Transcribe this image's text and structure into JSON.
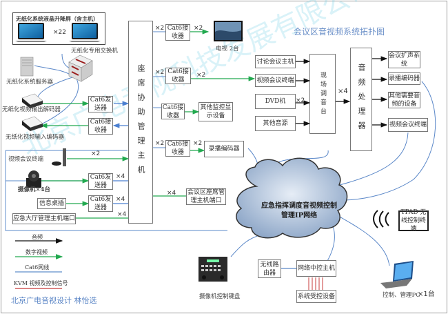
{
  "title": "会议区音视频系统拓扑图",
  "credit": "北京广电音视设计 林怡选",
  "watermark": "北京广电音视科技发展有限公司设计",
  "central_host": "座席协助管理主机",
  "paperless": {
    "screen_group_label": "无纸化系统液晶升降屏（含主机）",
    "screen_multiplier": "×22",
    "switch_label": "无纸化专用交换机",
    "server_label": "无纸化系统服务器",
    "decoder_label": "无纸化视频输出解码器",
    "encoder_label": "无纸化视频输入编码器"
  },
  "left_devices": {
    "cat6_tx_1": "Cat6发送器",
    "cat6_rx_1": "Cat6接收器",
    "vc_terminal_label": "视频会议终端",
    "vc_mult": "×2",
    "camera_label": "摄像机×4台",
    "cat6_tx_2": "Cat6发送器",
    "cat6_tx_2_mult": "×4",
    "info_desk": "信息桌插",
    "cat6_tx_3": "Cat6发送器",
    "cat6_tx_3_mult": "×4",
    "hall_port": "应急大厅管理主机端口",
    "hall_port_mult": "×4"
  },
  "right_of_host": {
    "rx_tv": "Cat6接收器",
    "rx_tv_in_mult": "×2",
    "rx_tv_out_mult": "×2",
    "tv_label": "电视 2台",
    "rx_vc": "Cat6接收器",
    "rx_vc_in_mult": "×2",
    "rx_vc_out_mult": "×2",
    "rx_other": "Cat6接收器",
    "other_display": "其他监控显示设备",
    "rx_rec": "Cat6接收器",
    "rx_rec_in_mult": "×2",
    "rx_rec_out_mult": "×2",
    "recorder": "录播编码器",
    "seat_port_mult": "×4",
    "seat_port": "会议区座席管理主机端口"
  },
  "audio": {
    "inputs": [
      "讨论会议主机",
      "视频会议终端",
      "DVD机",
      "其他音源"
    ],
    "dvd_mult": "×2",
    "mixer": "现场调音台",
    "mixer_mult": "×4",
    "processor": "音频处理器",
    "outputs": [
      "会议扩声系统",
      "录播编码器",
      "其他需要音频的设备",
      "视频会议终端"
    ]
  },
  "network": {
    "cloud": "应急指挥调度音视频控制管理IP网络",
    "keyboard": "摄像机控制键盘",
    "router": "无线路由器",
    "central_control": "网络中控主机",
    "controlled": "系统受控设备",
    "tpad": "TPAD 无线控制终端",
    "pc": "控制、管理PC",
    "pc_mult": "×1台"
  },
  "legend": [
    {
      "label": "音频",
      "color": "#111111",
      "arrow": true
    },
    {
      "label": "数字视频",
      "color": "#22a94f",
      "arrow": true
    },
    {
      "label": "Cat6网线",
      "color": "#6b95cf",
      "arrow": false
    },
    {
      "label": "KVM 视频及控制信号",
      "color": "#d05a5a",
      "arrow": false
    }
  ]
}
